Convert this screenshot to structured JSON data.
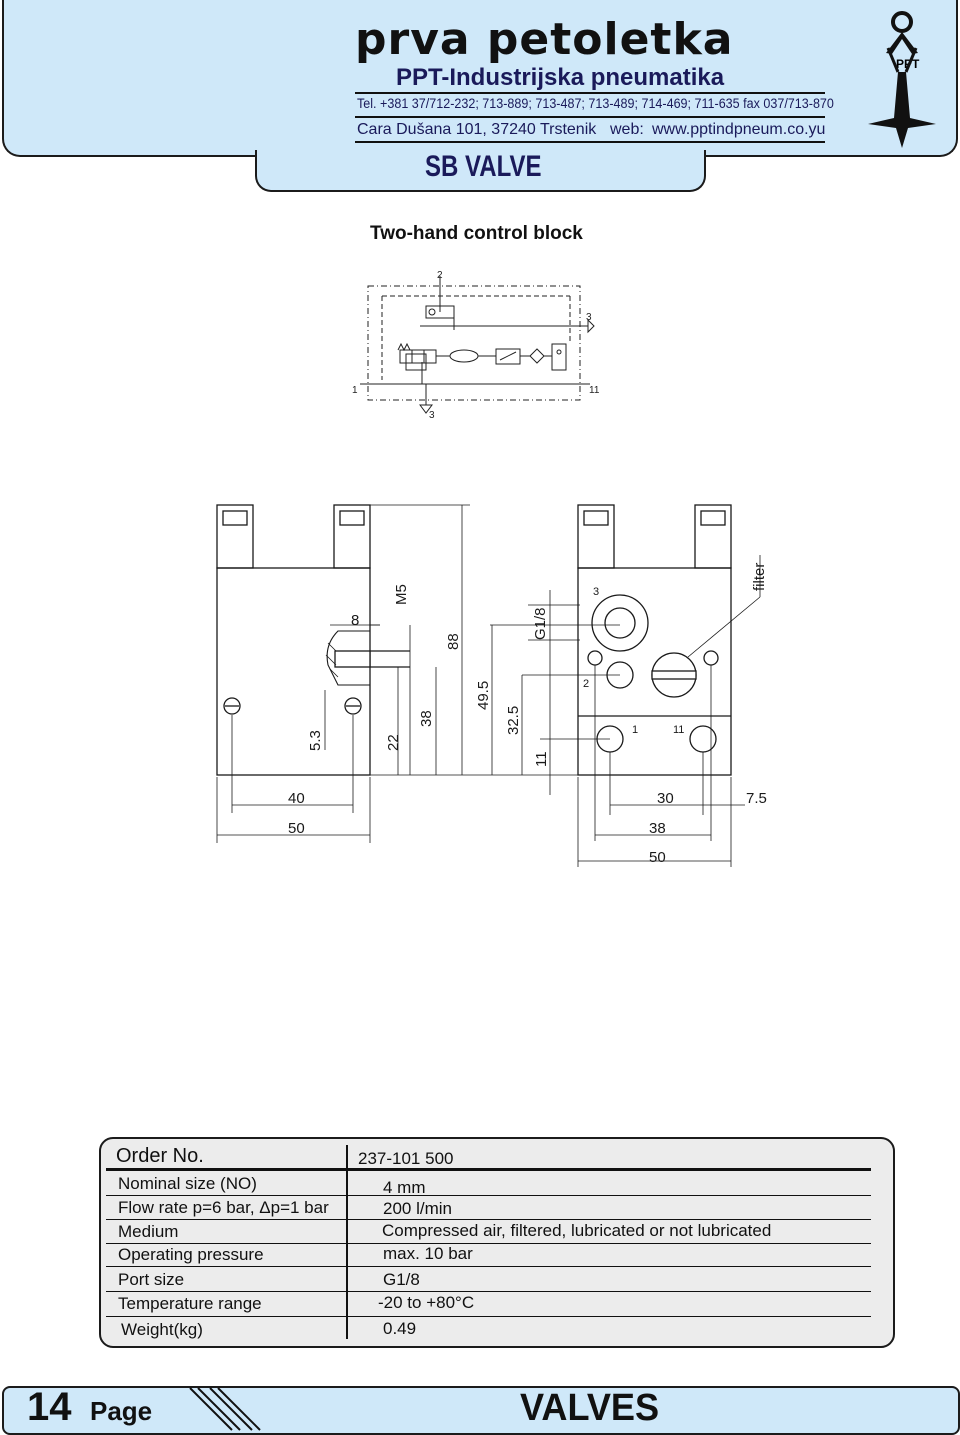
{
  "header": {
    "brand": "prva petoletka",
    "subtitle": "PPT-Industrijska pneumatika",
    "phone_line": "Tel. +381 37/712-232; 713-889; 713-487; 713-489; 714-469; 711-635 fax 037/713-870",
    "address": "Cara Dušana 101, 37240 Trstenik",
    "web_label": "web:",
    "web": "www.pptindpneum.co.yu",
    "doc_title": "SB VALVE",
    "logo_letters": "PPT"
  },
  "section_title": "Two-hand control block",
  "schematic": {
    "port_top": "2",
    "port_right_exhaust": "3",
    "port_left": "1",
    "port_right": "11",
    "port_bottom_exhaust": "3"
  },
  "drawing": {
    "dim_8": "8",
    "dim_m5": "M5",
    "dim_88": "88",
    "dim_49_5": "49.5",
    "dim_32_5": "32.5",
    "dim_38_v": "38",
    "dim_22": "22",
    "dim_5_3": "5.3",
    "dim_g18": "G1/8",
    "dim_11": "11",
    "dim_40": "40",
    "dim_50_left": "50",
    "dim_30": "30",
    "dim_7_5": "7.5",
    "dim_38_h": "38",
    "dim_50_right": "50",
    "port_3": "3",
    "port_2": "2",
    "port_1": "1",
    "port_11": "11",
    "filter": "filter"
  },
  "spec": {
    "order_label": "Order No.",
    "order_value": "237-101 500",
    "rows": [
      {
        "label": "Nominal size (NO)",
        "value": "4 mm"
      },
      {
        "label": "Flow rate p=6 bar, Δp=1 bar",
        "value": "200 l/min"
      },
      {
        "label": "Medium",
        "value": "Compressed air, filtered, lubricated or not lubricated"
      },
      {
        "label": "Operating pressure",
        "value": "max. 10 bar"
      },
      {
        "label": "Port size",
        "value": "G1/8"
      },
      {
        "label": "Temperature range",
        "value": "-20 to +80°C"
      },
      {
        "label": "Weight(kg)",
        "value": "0.49"
      }
    ]
  },
  "footer": {
    "page_number": "14",
    "page_label": "Page",
    "section": "VALVES"
  }
}
